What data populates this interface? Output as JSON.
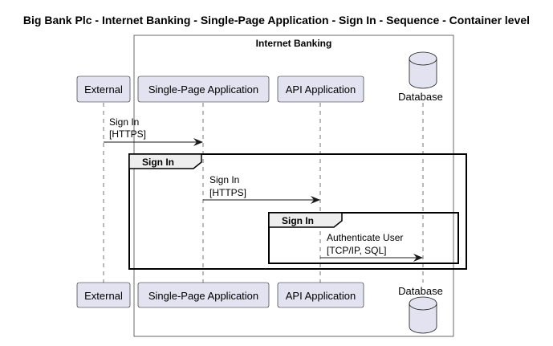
{
  "diagram": {
    "title": "Big Bank Plc - Internet Banking - Single-Page Application - Sign In - Sequence - Container level",
    "boundary": {
      "label": "Internet Banking"
    },
    "participants": [
      {
        "id": "external",
        "label": "External",
        "shape": "box"
      },
      {
        "id": "spa",
        "label": "Single-Page Application",
        "shape": "box"
      },
      {
        "id": "api",
        "label": "API Application",
        "shape": "box"
      },
      {
        "id": "db",
        "label": "Database",
        "shape": "database"
      }
    ],
    "messages": [
      {
        "from": "external",
        "to": "spa",
        "line1": "Sign In",
        "line2": "[HTTPS]"
      },
      {
        "from": "spa",
        "to": "api",
        "line1": "Sign In",
        "line2": "[HTTPS]"
      },
      {
        "from": "api",
        "to": "db",
        "line1": "Authenticate User",
        "line2": "[TCP/IP, SQL]"
      }
    ],
    "groups": [
      {
        "label": "Sign In"
      },
      {
        "label": "Sign In"
      }
    ],
    "colors": {
      "participant_fill": "#E2E2F0",
      "line": "#181818",
      "group_tab_fill": "#EEEEEE"
    }
  }
}
